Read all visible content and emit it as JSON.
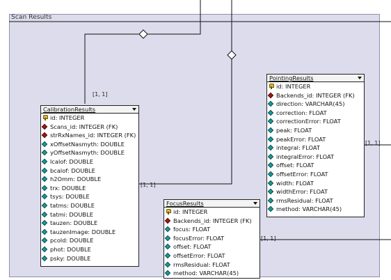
{
  "region": {
    "label": "Scan Results"
  },
  "colors": {
    "region_fill": "#dcdcec",
    "column_icon": "#1a9a9a",
    "foreign_key_icon": "#a01818",
    "primary_key_icon": "#d8b830"
  },
  "tables": {
    "calibration": {
      "title": "CalibrationResults",
      "columns": [
        {
          "icon": "key",
          "text": "id: INTEGER"
        },
        {
          "icon": "fk",
          "text": "Scans_id: INTEGER (FK)"
        },
        {
          "icon": "fk",
          "text": "strRxNames_id: INTEGER (FK)"
        },
        {
          "icon": "col",
          "text": "xOffsetNasmyth: DOUBLE"
        },
        {
          "icon": "col",
          "text": "yOffsetNasmyth: DOUBLE"
        },
        {
          "icon": "col",
          "text": "lcalof: DOUBLE"
        },
        {
          "icon": "col",
          "text": "bcalof: DOUBLE"
        },
        {
          "icon": "col",
          "text": "h2Omm: DOUBLE"
        },
        {
          "icon": "col",
          "text": "trx: DOUBLE"
        },
        {
          "icon": "col",
          "text": "tsys: DOUBLE"
        },
        {
          "icon": "col",
          "text": "tatms: DOUBLE"
        },
        {
          "icon": "col",
          "text": "tatmi: DOUBLE"
        },
        {
          "icon": "col",
          "text": "tauzen: DOUBLE"
        },
        {
          "icon": "col",
          "text": "tauzenImage: DOUBLE"
        },
        {
          "icon": "col",
          "text": "pcold: DOUBLE"
        },
        {
          "icon": "col",
          "text": "phot: DOUBLE"
        },
        {
          "icon": "col",
          "text": "psky: DOUBLE"
        }
      ]
    },
    "pointing": {
      "title": "PointingResults",
      "columns": [
        {
          "icon": "key",
          "text": "id: INTEGER"
        },
        {
          "icon": "fk",
          "text": "Backends_id: INTEGER (FK)"
        },
        {
          "icon": "col",
          "text": "direction: VARCHAR(45)"
        },
        {
          "icon": "col",
          "text": "correction: FLOAT"
        },
        {
          "icon": "col",
          "text": "correctionError: FLOAT"
        },
        {
          "icon": "col",
          "text": "peak: FLOAT"
        },
        {
          "icon": "col",
          "text": "peakError: FLOAT"
        },
        {
          "icon": "col",
          "text": "integral: FLOAT"
        },
        {
          "icon": "col",
          "text": "integralError: FLOAT"
        },
        {
          "icon": "col",
          "text": "offset: FLOAT"
        },
        {
          "icon": "col",
          "text": "offsetError: FLOAT"
        },
        {
          "icon": "col",
          "text": "width: FLOAT"
        },
        {
          "icon": "col",
          "text": "widthError: FLOAT"
        },
        {
          "icon": "col",
          "text": "rmsResidual: FLOAT"
        },
        {
          "icon": "col",
          "text": "method: VARCHAR(45)"
        }
      ]
    },
    "focus": {
      "title": "FocusResults",
      "columns": [
        {
          "icon": "key",
          "text": "id: INTEGER"
        },
        {
          "icon": "fk",
          "text": "Backends_id: INTEGER (FK)"
        },
        {
          "icon": "col",
          "text": "focus: FLOAT"
        },
        {
          "icon": "col",
          "text": "focusError: FLOAT"
        },
        {
          "icon": "col",
          "text": "offset: FLOAT"
        },
        {
          "icon": "col",
          "text": "offsetError: FLOAT"
        },
        {
          "icon": "col",
          "text": "rmsResidual: FLOAT"
        },
        {
          "icon": "col",
          "text": "method: VARCHAR(45)"
        }
      ]
    }
  },
  "multiplicities": {
    "calibration_top": "[1, 1]",
    "calibration_right": "[1, 1]",
    "pointing_right": "[1, 1]",
    "focus_right": "[1, 1]"
  }
}
